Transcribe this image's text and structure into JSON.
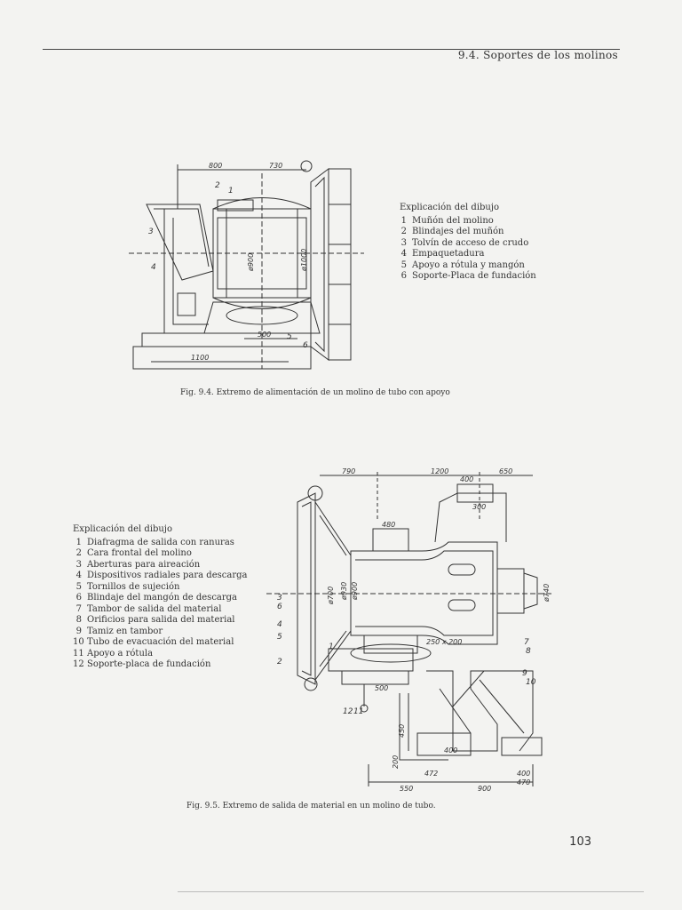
{
  "header": {
    "section_title": "9.4. Soportes de los molinos"
  },
  "figure_1": {
    "caption": "Fig. 9.4. Extremo de alimentación de un molino de tubo con apoyo",
    "dimensions": [
      "800",
      "730",
      "1100",
      "500",
      "ø900",
      "ø1000"
    ],
    "leader_numbers": [
      "1",
      "2",
      "3",
      "4",
      "5",
      "6"
    ],
    "legend": {
      "title": "Explicación del dibujo",
      "items": [
        {
          "num": "1",
          "text": "Muñón del molino"
        },
        {
          "num": "2",
          "text": "Blindajes del muñón"
        },
        {
          "num": "3",
          "text": "Tolvín de acceso de crudo"
        },
        {
          "num": "4",
          "text": "Empaquetadura"
        },
        {
          "num": "5",
          "text": "Apoyo a rótula y mangón"
        },
        {
          "num": "6",
          "text": "Soporte-Placa de fundación"
        }
      ]
    }
  },
  "figure_2": {
    "caption": "Fig. 9.5. Extremo de salida de material en un molino de tubo.",
    "dimensions": [
      "790",
      "1200",
      "650",
      "ø700",
      "ø900",
      "ø930",
      "ø740",
      "480",
      "400",
      "300",
      "500",
      "472",
      "550",
      "900",
      "400",
      "470",
      "450",
      "200",
      "400",
      "250 x 200"
    ],
    "leader_numbers": [
      "1",
      "2",
      "3",
      "4",
      "5",
      "6",
      "7",
      "8",
      "9",
      "10",
      "11",
      "12"
    ],
    "legend": {
      "title": "Explicación del dibujo",
      "items": [
        {
          "num": "1",
          "text": "Diafragma de salida con ranuras"
        },
        {
          "num": "2",
          "text": "Cara frontal del molino"
        },
        {
          "num": "3",
          "text": "Aberturas para aireación"
        },
        {
          "num": "4",
          "text": "Dispositivos radiales para descarga"
        },
        {
          "num": "5",
          "text": "Tornillos de sujeción"
        },
        {
          "num": "6",
          "text": "Blindaje del mangón de descarga"
        },
        {
          "num": "7",
          "text": "Tambor de salida del material"
        },
        {
          "num": "8",
          "text": "Orificios para salida del material"
        },
        {
          "num": "9",
          "text": "Tamiz en tambor"
        },
        {
          "num": "10",
          "text": "Tubo de evacuación del material"
        },
        {
          "num": "11",
          "text": "Apoyo a rótula"
        },
        {
          "num": "12",
          "text": "Soporte-placa de fundación"
        }
      ]
    }
  },
  "page_number": "103"
}
